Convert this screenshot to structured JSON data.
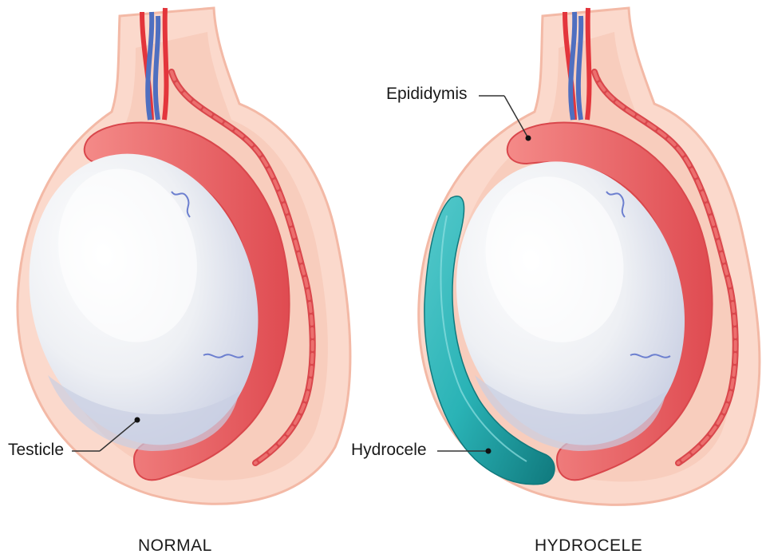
{
  "labels": {
    "testicle": "Testicle",
    "epididymis": "Epididymis",
    "hydrocele": "Hydrocele"
  },
  "captions": {
    "left": "NORMAL",
    "right": "HYDROCELE"
  },
  "colors": {
    "scrotum_fill": "#fbd9cc",
    "scrotum_edge": "#f3b9a6",
    "epididymis": "#ec6f6e",
    "epididymis_dark": "#d9474c",
    "testicle": "#eef0f4",
    "testicle_shadow": "#cfd4e6",
    "vein": "#4f6fc0",
    "artery": "#e3353c",
    "fluid": "#2ab3b6",
    "fluid_dark": "#16878b"
  }
}
